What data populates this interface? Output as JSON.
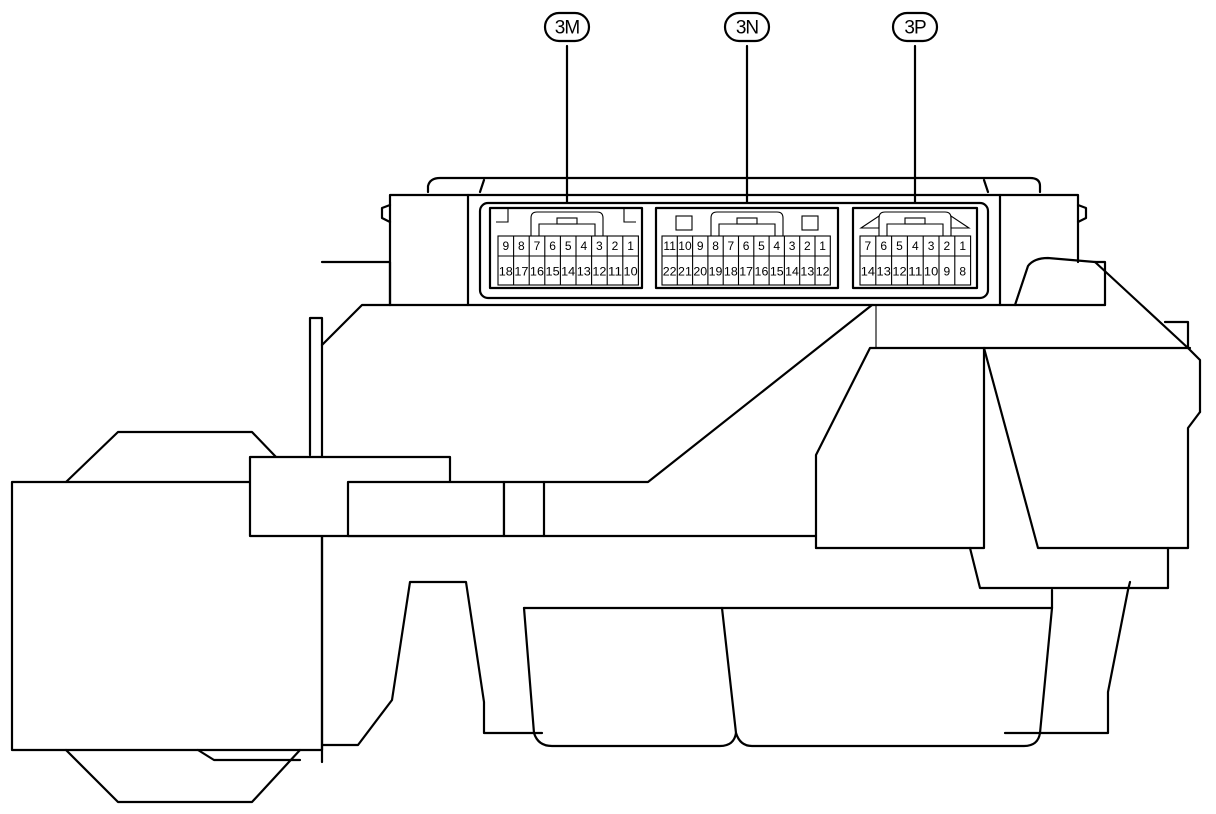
{
  "connectors": [
    {
      "id": "3m",
      "label": "3M",
      "top_pins": [
        "9",
        "8",
        "7",
        "6",
        "5",
        "4",
        "3",
        "2",
        "1"
      ],
      "bottom_pins": [
        "18",
        "17",
        "16",
        "15",
        "14",
        "13",
        "12",
        "11",
        "10"
      ]
    },
    {
      "id": "3n",
      "label": "3N",
      "top_pins": [
        "11",
        "10",
        "9",
        "8",
        "7",
        "6",
        "5",
        "4",
        "3",
        "2",
        "1"
      ],
      "bottom_pins": [
        "22",
        "21",
        "20",
        "19",
        "18",
        "17",
        "16",
        "15",
        "14",
        "13",
        "12"
      ]
    },
    {
      "id": "3p",
      "label": "3P",
      "top_pins": [
        "7",
        "6",
        "5",
        "4",
        "3",
        "2",
        "1"
      ],
      "bottom_pins": [
        "14",
        "13",
        "12",
        "11",
        "10",
        "9",
        "8"
      ]
    }
  ]
}
